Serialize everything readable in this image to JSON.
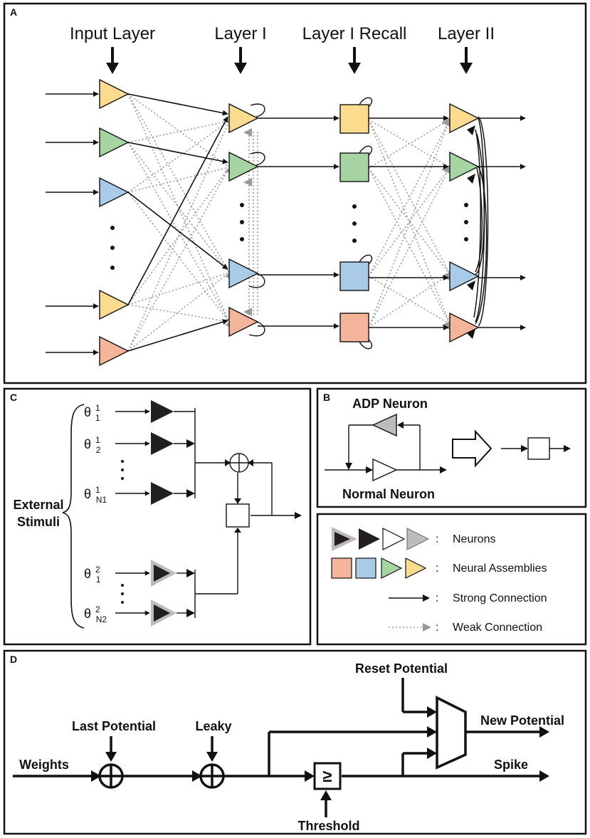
{
  "panels": {
    "a": {
      "letter": "A",
      "headers": [
        "Input Layer",
        "Layer I",
        "Layer I Recall",
        "Layer II"
      ],
      "dots": "•"
    },
    "b": {
      "letter": "B",
      "adp_label": "ADP Neuron",
      "normal_label": "Normal Neuron"
    },
    "c": {
      "letter": "C",
      "external": [
        "External",
        "Stimuli"
      ],
      "theta": "θ",
      "theta_sup": [
        "1",
        "1",
        "1",
        "2",
        "2"
      ],
      "theta_sub": [
        "1",
        "2",
        "N1",
        "1",
        "N2"
      ],
      "vdots": "⋮"
    },
    "d": {
      "letter": "D",
      "weights": "Weights",
      "last_potential": "Last Potential",
      "leaky": "Leaky",
      "reset_potential": "Reset Potential",
      "new_potential": "New Potential",
      "spike": "Spike",
      "threshold": "Threshold",
      "comparator": "≥"
    }
  },
  "legend": {
    "colon": ":",
    "items": [
      "Neurons",
      "Neural Assemblies",
      "Strong Connection",
      "Weak Connection"
    ]
  },
  "colors": {
    "yellow": "#fbdc8e",
    "green": "#a6d5a3",
    "blue": "#a9cbe8",
    "salmon": "#f4b59a",
    "dark": "#231f20",
    "grey": "#bcbcbc",
    "weak": "#9a9a9a"
  }
}
